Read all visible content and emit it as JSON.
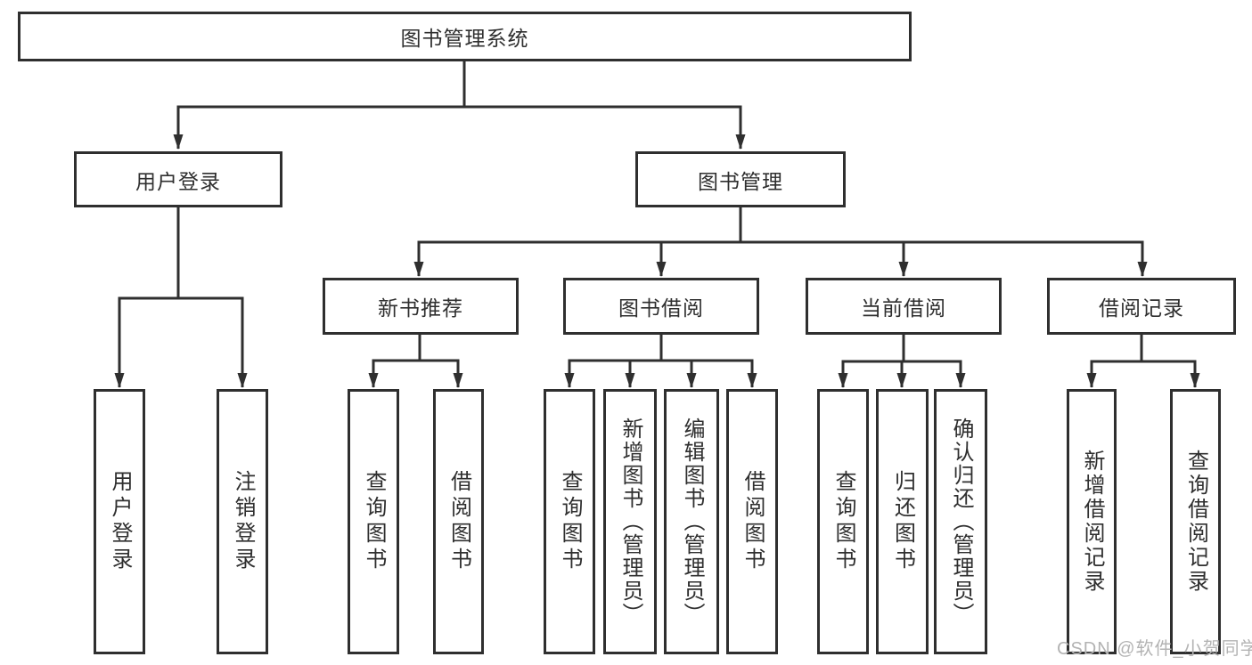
{
  "diagram": {
    "root": {
      "label": "图书管理系统"
    },
    "branches": [
      {
        "label": "用户登录",
        "children": [
          {
            "label": "用户登录"
          },
          {
            "label": "注销登录"
          }
        ]
      },
      {
        "label": "图书管理",
        "children": [
          {
            "label": "新书推荐",
            "children": [
              {
                "label": "查询图书"
              },
              {
                "label": "借阅图书"
              }
            ]
          },
          {
            "label": "图书借阅",
            "children": [
              {
                "label": "查询图书"
              },
              {
                "label": "新增图书（管理员）"
              },
              {
                "label": "编辑图书（管理员）"
              },
              {
                "label": "借阅图书"
              }
            ]
          },
          {
            "label": "当前借阅",
            "children": [
              {
                "label": "查询图书"
              },
              {
                "label": "归还图书"
              },
              {
                "label": "确认归还（管理员）"
              }
            ]
          },
          {
            "label": "借阅记录",
            "children": [
              {
                "label": "新增借阅记录"
              },
              {
                "label": "查询借阅记录"
              }
            ]
          }
        ]
      }
    ]
  },
  "watermark": "CSDN @软件_小贺同学",
  "colors": {
    "line": "#2f2f2f",
    "box_background": "#ffffff",
    "text": "#2f2f2f",
    "watermark": "#b3b3b3"
  }
}
